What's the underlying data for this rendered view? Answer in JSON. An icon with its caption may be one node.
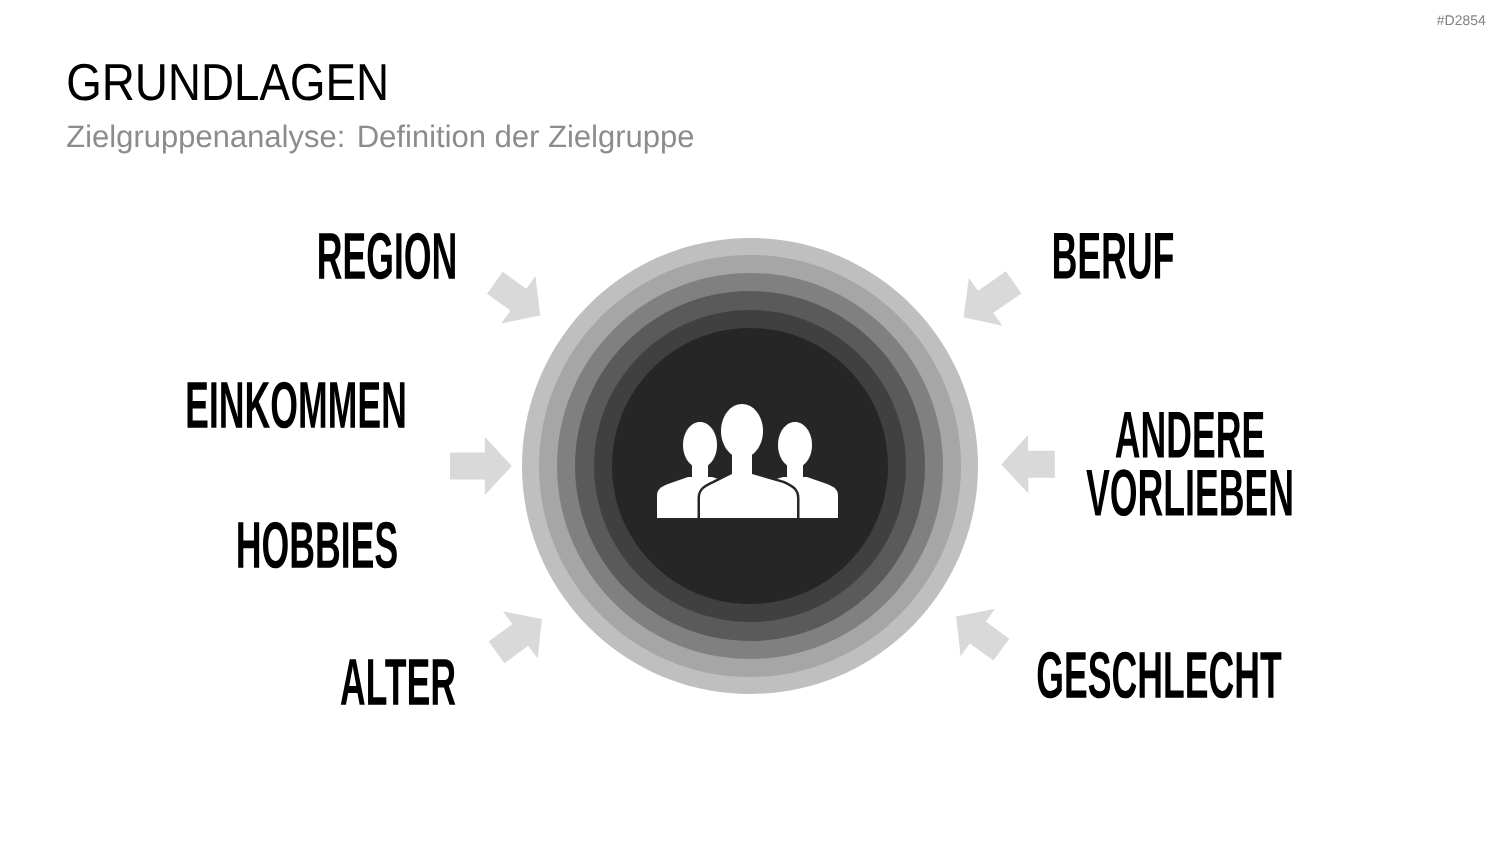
{
  "diagram": {
    "title": "GRUNDLAGEN",
    "nodes": [
      {
        "text": [
          "REGION"
        ]
      },
      {
        "text": [
          "EINKOMMEN"
        ]
      },
      {
        "text": [
          "HOBBIES"
        ]
      },
      {
        "text": [
          "ALTER"
        ]
      },
      {
        "text": [],
        "shape": "circle"
      },
      {
        "text": [
          "BERUF"
        ]
      },
      {
        "text": [
          "ANDERE VORLIEBEN"
        ]
      },
      {
        "text": [
          "GESCHLECHT"
        ]
      }
    ],
    "edges": [
      {
        "from": 0,
        "to": 4,
        "arrow": "to"
      },
      {
        "from": null,
        "to": 4,
        "arrow": "to"
      },
      {
        "from": 3,
        "to": 4,
        "arrow": "to"
      },
      {
        "from": 5,
        "to": 4,
        "arrow": "to"
      },
      {
        "from": 6,
        "to": 4,
        "arrow": "to"
      },
      {
        "from": 7,
        "to": 4,
        "arrow": "to"
      }
    ],
    "labels": [
      "#D2854",
      "Zielgruppenanalyse: Definition der Zielgruppe"
    ]
  }
}
